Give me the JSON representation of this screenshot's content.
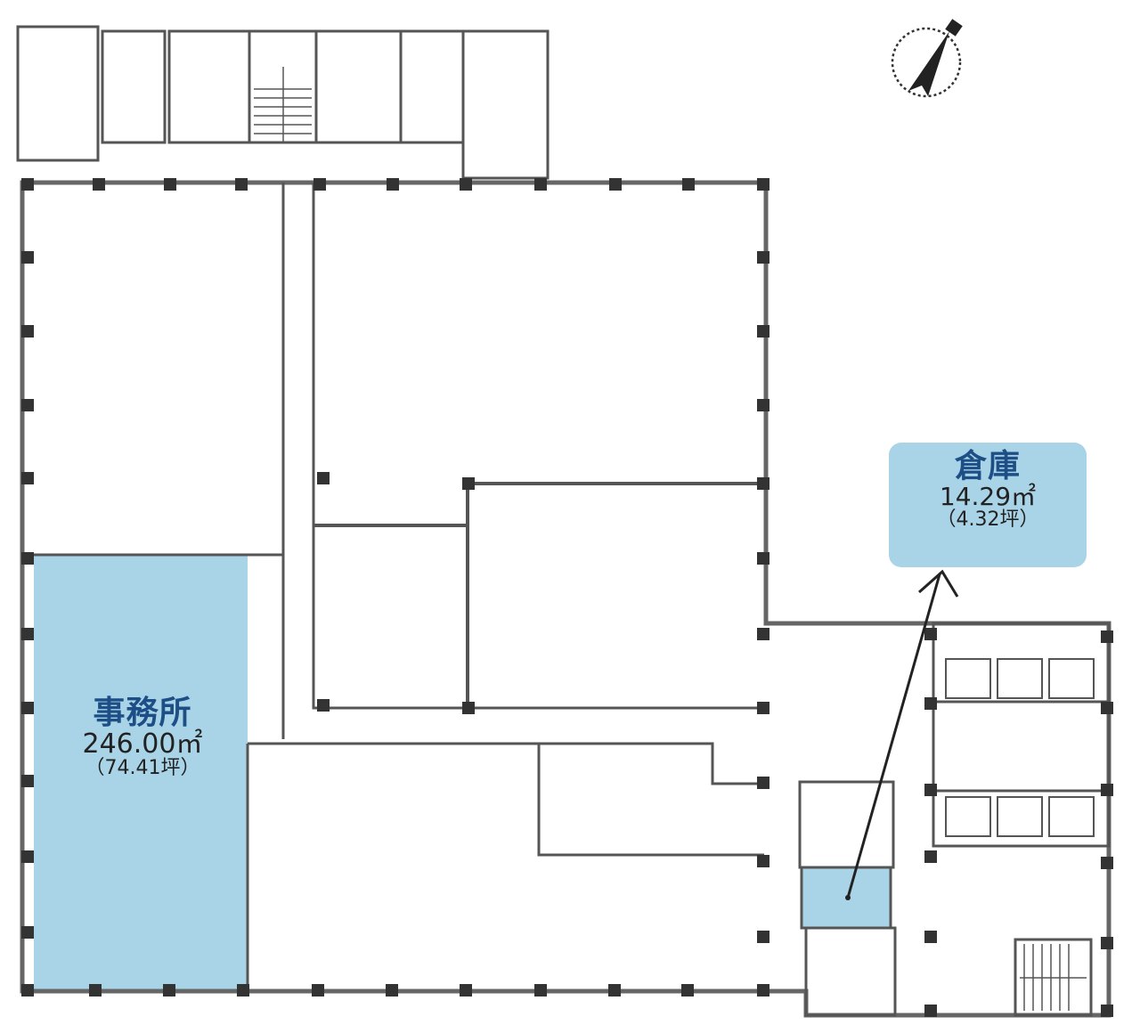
{
  "plan": {
    "type": "floor-plan",
    "colors": {
      "highlight_fill": "#a9d3e6",
      "wall": "#555555",
      "column": "#333333",
      "title_text": "#1d4f86",
      "body_text": "#222222"
    },
    "compass": {
      "icon": "north-arrow-icon"
    },
    "rooms": [
      {
        "id": "office",
        "name": "事務所",
        "area_m2": "246.00㎡",
        "area_tsubo": "（74.41坪）",
        "highlighted": true
      },
      {
        "id": "storage",
        "name": "倉庫",
        "area_m2": "14.29㎡",
        "area_tsubo": "（4.32坪）",
        "highlighted": true,
        "callout_arrow": true
      }
    ]
  }
}
